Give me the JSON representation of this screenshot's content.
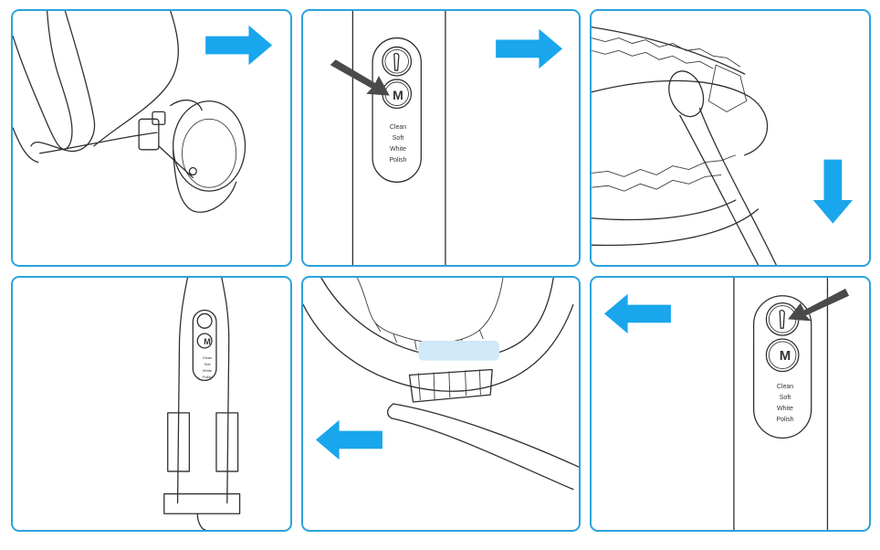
{
  "button_labels": {
    "mode_letter": "M",
    "modes": [
      "Clean",
      "Soft",
      "White",
      "Polish"
    ]
  },
  "colors": {
    "frame": "#2aa3dc",
    "step_arrow": "#19a6ec",
    "pointer_arrow": "#4a4a4a",
    "line_art": "#2e2e2e"
  },
  "icons": {
    "step_arrow": "blue-step-arrow",
    "pointer": "grey-pointer-arrow",
    "power": "tooth-power-icon",
    "mode": "mode-m-icon"
  }
}
